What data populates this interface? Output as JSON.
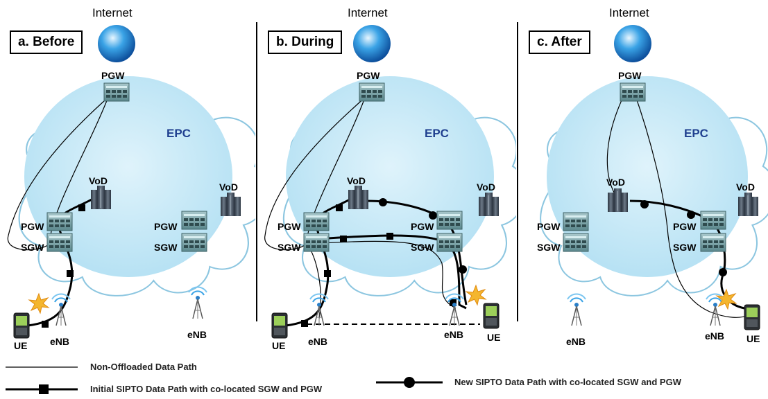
{
  "panels": [
    {
      "id": "a",
      "title": "a. Before",
      "internet": "Internet",
      "pgw_top": "PGW",
      "epc": "EPC",
      "vod_left": "VoD",
      "vod_right": "VoD",
      "pgw_left": "PGW",
      "sgw_left": "SGW",
      "pgw_right": "PGW",
      "sgw_right": "SGW",
      "ue": "UE",
      "enb_left": "eNB",
      "enb_right": "eNB"
    },
    {
      "id": "b",
      "title": "b. During",
      "internet": "Internet",
      "pgw_top": "PGW",
      "epc": "EPC",
      "vod_left": "VoD",
      "vod_right": "VoD",
      "pgw_left": "PGW",
      "sgw_left": "SGW",
      "pgw_right": "PGW",
      "sgw_right": "SGW",
      "ue_left": "UE",
      "ue_right": "UE",
      "enb_left": "eNB",
      "enb_right": "eNB"
    },
    {
      "id": "c",
      "title": "c. After",
      "internet": "Internet",
      "pgw_top": "PGW",
      "epc": "EPC",
      "vod_left": "VoD",
      "vod_right": "VoD",
      "pgw_left": "PGW",
      "sgw_left": "SGW",
      "pgw_right": "PGW",
      "sgw_right": "SGW",
      "ue": "UE",
      "enb_left": "eNB",
      "enb_right": "eNB"
    }
  ],
  "legend": {
    "non_offloaded": "Non-Offloaded Data Path",
    "initial_sipto": "Initial  SIPTO Data Path with  co-located SGW and PGW",
    "new_sipto": "New  SIPTO Data Path with  co-located SGW and PGW"
  },
  "colors": {
    "epc_fill": "#c7e9f7",
    "cloud_stroke": "#8cc6e0",
    "server": "#6a9aa0",
    "epc_text": "#1f3f8f"
  }
}
